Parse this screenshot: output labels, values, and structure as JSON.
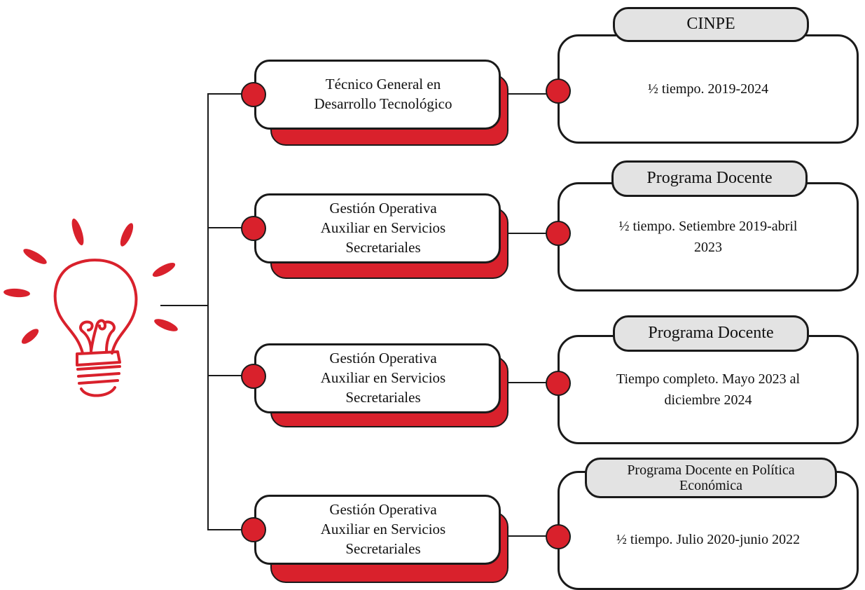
{
  "colors": {
    "accent": "#d9212c",
    "outline": "#1a1a1a",
    "tab_fill": "#e3e3e3"
  },
  "icon": "lightbulb-icon",
  "rows": [
    {
      "node_text": "Técnico General en\nDesarrollo Tecnológico",
      "tab_text": "CINPE",
      "card_text": "½ tiempo. 2019-2024"
    },
    {
      "node_text": "Gestión Operativa\nAuxiliar en Servicios\nSecretariales",
      "tab_text": "Programa Docente",
      "card_text": "½ tiempo. Setiembre 2019-abril\n2023"
    },
    {
      "node_text": "Gestión Operativa\nAuxiliar en Servicios\nSecretariales",
      "tab_text": "Programa Docente",
      "card_text": "Tiempo completo. Mayo 2023 al\ndiciembre 2024"
    },
    {
      "node_text": "Gestión Operativa\nAuxiliar en Servicios\nSecretariales",
      "tab_text": "Programa Docente en Política\nEconómica",
      "card_text": "½ tiempo. Julio 2020-junio 2022"
    }
  ]
}
